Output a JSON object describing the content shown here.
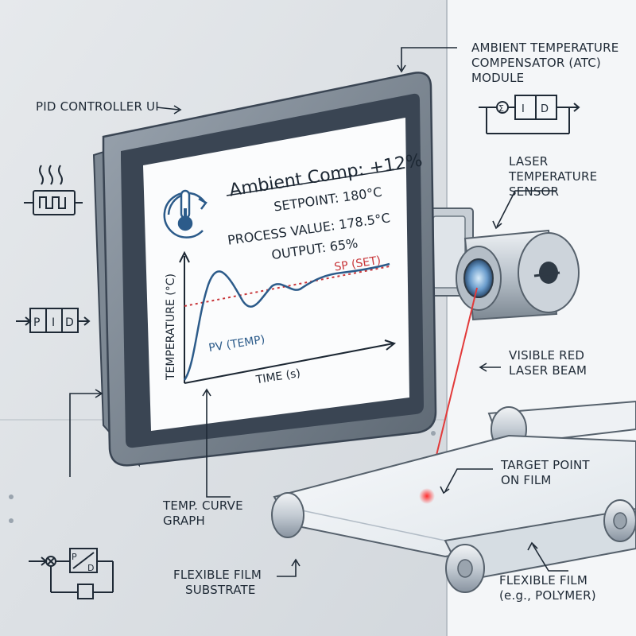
{
  "screen": {
    "headline": "Ambient Comp: +12%",
    "setpoint": "SETPOINT: 180°C",
    "process_value": "PROCESS VALUE: 178.5°C",
    "output": "OUTPUT: 65%",
    "y_axis_label": "TEMPERATURE (°C)",
    "x_axis_label": "TIME (s)",
    "sp_label": "SP (SET)",
    "pv_label": "PV (TEMP)"
  },
  "callouts": {
    "pid_controller_ui": "PID CONTROLLER UI",
    "atc_line1": "AMBIENT TEMPERATURE",
    "atc_line2": "COMPENSATOR (ATC)",
    "atc_line3": "MODULE",
    "laser_sensor_line1": "LASER",
    "laser_sensor_line2": "TEMPERATURE",
    "laser_sensor_line3": "SENSOR",
    "laser_beam_line1": "VISIBLE RED",
    "laser_beam_line2": "LASER BEAM",
    "target_line1": "TARGET POINT",
    "target_line2": "ON FILM",
    "curve_line1": "TEMP. CURVE",
    "curve_line2": "GRAPH",
    "substrate_line1": "FLEXIBLE FILM",
    "substrate_line2": "SUBSTRATE",
    "film_line1": "FLEXIBLE FILM",
    "film_line2": "(e.g., POLYMER)"
  },
  "icons": {
    "pid_block": "PID",
    "atc_block_sigma": "Σ",
    "atc_block_i": "I",
    "atc_block_d": "D",
    "loop_block_top": "P",
    "loop_block_top2": "D"
  },
  "colors": {
    "screen_frame": "#3a4553",
    "pv_curve": "#2c5b8a",
    "setpoint_line": "#c8363a",
    "laser": "#e23a3a"
  }
}
